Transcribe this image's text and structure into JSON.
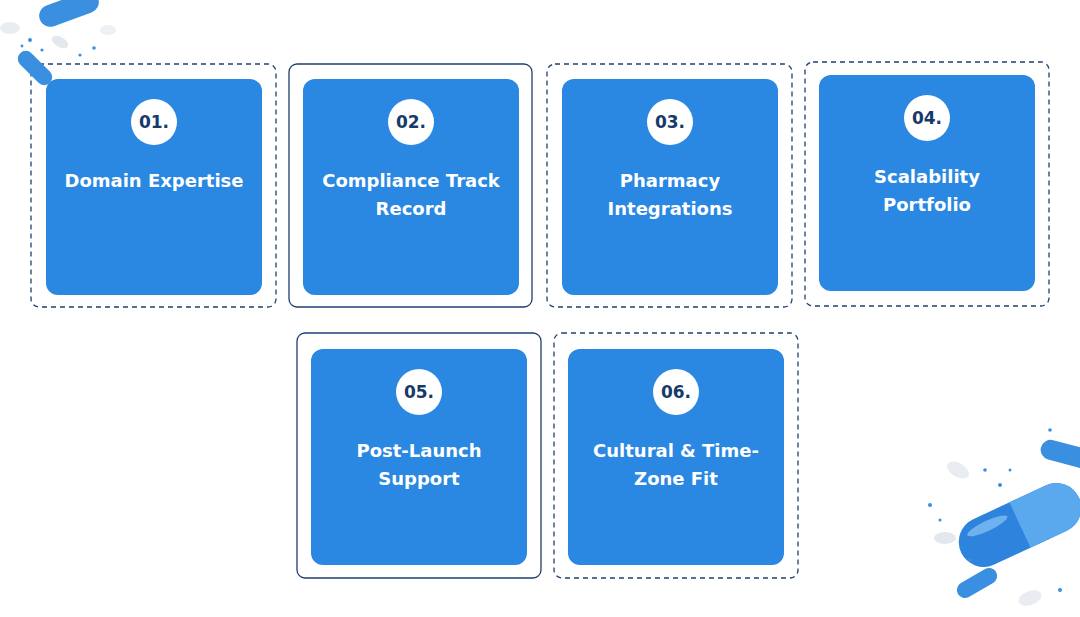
{
  "diagram": {
    "nodes": [
      {
        "text": [
          "01.",
          "Domain Expertise"
        ]
      },
      {
        "text": [
          "02.",
          "Compliance Track Record"
        ]
      },
      {
        "text": [
          "03.",
          "Pharmacy Integrations"
        ]
      },
      {
        "text": [
          "04.",
          "Scalability Portfolio"
        ]
      },
      {
        "text": [
          "05.",
          "Post-Launch Support"
        ]
      },
      {
        "text": [
          "06.",
          "Cultural & Time-Zone Fit"
        ]
      }
    ]
  }
}
